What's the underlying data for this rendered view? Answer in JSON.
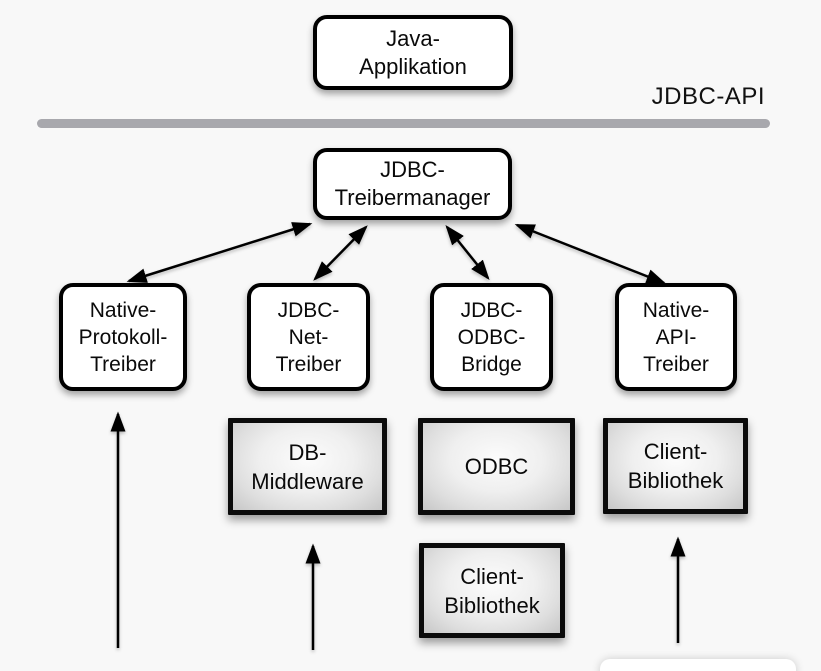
{
  "title": "JDBC driver architecture diagram",
  "labels": {
    "jdbc_api": "JDBC-API"
  },
  "nodes": {
    "java_app": {
      "lines": [
        "Java-",
        "Applikation"
      ]
    },
    "treibermanager": {
      "lines": [
        "JDBC-",
        "Treibermanager"
      ]
    },
    "native_protokoll": {
      "lines": [
        "Native-",
        "Protokoll-",
        "Treiber"
      ]
    },
    "jdbc_net": {
      "lines": [
        "JDBC-",
        "Net-",
        "Treiber"
      ]
    },
    "jdbc_odbc": {
      "lines": [
        "JDBC-",
        "ODBC-",
        "Bridge"
      ]
    },
    "native_api": {
      "lines": [
        "Native-",
        "API-",
        "Treiber"
      ]
    },
    "db_middleware": {
      "lines": [
        "DB-",
        "Middleware"
      ]
    },
    "odbc": {
      "lines": [
        "ODBC"
      ]
    },
    "client_bib_mid": {
      "lines": [
        "Client-",
        "Bibliothek"
      ]
    },
    "client_bib_right": {
      "lines": [
        "Client-",
        "Bibliothek"
      ]
    }
  },
  "colors": {
    "background": "#f8f8f8",
    "divider": "#a8a8ad",
    "box_border": "#000000",
    "box_fill_white": "#ffffff",
    "gray_box_edge": "#c7c7c7",
    "gray_box_center": "#fcfcfc",
    "arrow": "#000000",
    "text": "#0a0a0a"
  }
}
